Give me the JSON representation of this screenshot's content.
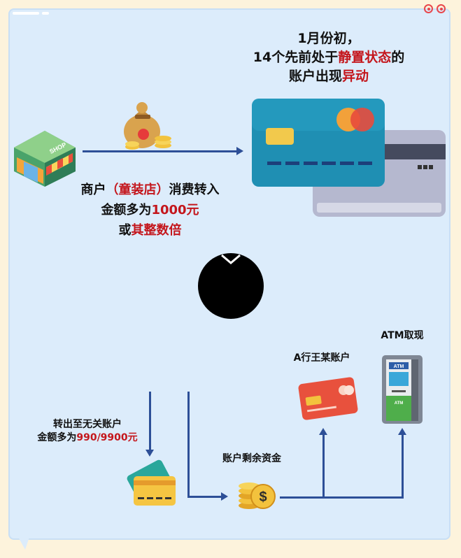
{
  "heading": {
    "line1": "1月份初，",
    "line2_pre": "14个先前处于",
    "line2_red": "静置状态",
    "line2_post": "的",
    "line3_pre": "账户出现",
    "line3_red": "异动"
  },
  "merchant": {
    "line1": "商户（童装店）消费转入",
    "line1_pre": "商户",
    "line1_red": "（童装店）",
    "line1_post": "消费转入",
    "line2_pre": "金额多为",
    "line2_red": "1000元",
    "line3_pre": "或",
    "line3_red": "其整数倍",
    "shop_sign": "SHOP"
  },
  "transfer_out": {
    "line1": "转出至无关账户",
    "line2_pre": "金额多为",
    "line2_red": "990/9900元"
  },
  "remaining": {
    "label": "账户剩余资金"
  },
  "account_a": {
    "label": "A行王某账户"
  },
  "atm": {
    "label": "ATM取现",
    "sign": "ATM"
  },
  "colors": {
    "accent_red": "#c4161c",
    "arrow_blue": "#2d4f97",
    "panel": "#dcecfb",
    "background": "#fdf3dc"
  },
  "icons": [
    "shop-icon",
    "money-bag-icon",
    "bank-card-teal-icon",
    "bank-card-gray-icon",
    "credit-card-icon",
    "red-card-icon",
    "coin-stack-icon",
    "atm-icon"
  ]
}
